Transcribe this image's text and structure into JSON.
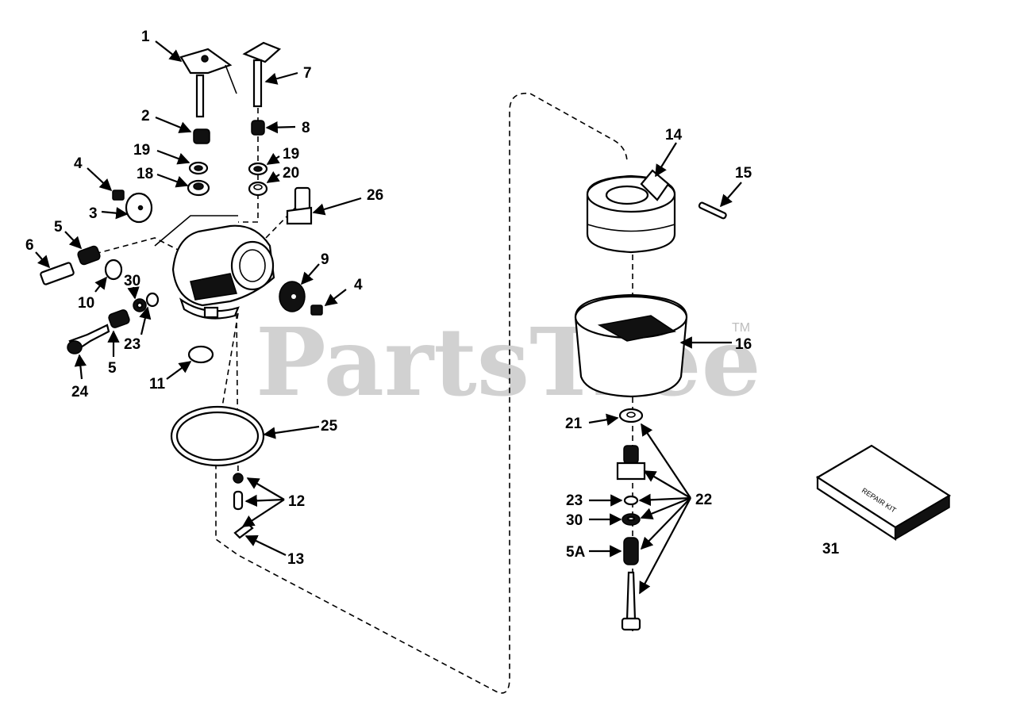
{
  "watermark": {
    "text": "PartsTree",
    "trademark": "TM"
  },
  "labels": {
    "l1": "1",
    "l2": "2",
    "l3": "3",
    "l4a": "4",
    "l4b": "4",
    "l5a": "5",
    "l5b": "5",
    "l5A": "5A",
    "l6": "6",
    "l7": "7",
    "l8": "8",
    "l9": "9",
    "l10": "10",
    "l11": "11",
    "l12": "12",
    "l13": "13",
    "l14": "14",
    "l15": "15",
    "l16": "16",
    "l18": "18",
    "l19a": "19",
    "l19b": "19",
    "l20": "20",
    "l21": "21",
    "l22": "22",
    "l23a": "23",
    "l23b": "23",
    "l24": "24",
    "l25": "25",
    "l26": "26",
    "l30a": "30",
    "l30b": "30",
    "l31": "31"
  },
  "kit_box": {
    "text": "REPAIR KIT"
  },
  "colors": {
    "line": "#000000",
    "watermark": "#c9c9c9",
    "background": "#ffffff"
  }
}
